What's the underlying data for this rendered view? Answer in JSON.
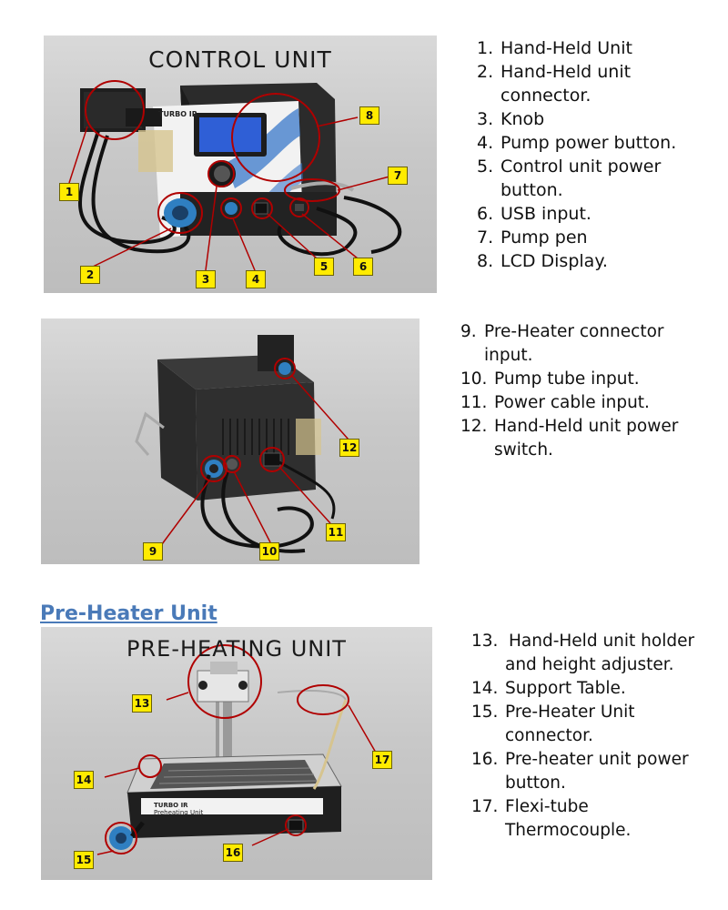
{
  "control_unit": {
    "title": "CONTROL UNIT",
    "device_brand": "TURBO IR",
    "callouts": [
      "1",
      "2",
      "3",
      "4",
      "5",
      "6",
      "7",
      "8"
    ],
    "legend": [
      {
        "num": "1.",
        "text": "Hand-Held Unit"
      },
      {
        "num": "2.",
        "text": "Hand-Held unit connector."
      },
      {
        "num": "3.",
        "text": "Knob"
      },
      {
        "num": "4.",
        "text": "Pump power button."
      },
      {
        "num": "5.",
        "text": "Control unit power button."
      },
      {
        "num": "6.",
        "text": "USB input."
      },
      {
        "num": "7.",
        "text": "Pump pen"
      },
      {
        "num": "8.",
        "text": "LCD Display."
      }
    ]
  },
  "back_view": {
    "callouts": [
      "9",
      "10",
      "11",
      "12"
    ],
    "legend": [
      {
        "num": "9.",
        "text": "Pre-Heater connector input."
      },
      {
        "num": "10.",
        "text": "Pump tube input."
      },
      {
        "num": "11.",
        "text": "Power cable input."
      },
      {
        "num": "12.",
        "text": "Hand-Held unit power switch."
      }
    ]
  },
  "pre_heater": {
    "section_heading": "Pre-Heater Unit",
    "title": "PRE-HEATING UNIT",
    "device_label": "TURBO IR",
    "device_sublabel": "Preheating Unit",
    "callouts": [
      "13",
      "14",
      "15",
      "16",
      "17"
    ],
    "legend": [
      {
        "num": "13.",
        "text": "Hand-Held unit holder and height adjuster."
      },
      {
        "num": "14.",
        "text": "Support Table."
      },
      {
        "num": "15.",
        "text": "Pre-Heater Unit connector."
      },
      {
        "num": "16.",
        "text": "Pre-heater unit power button."
      },
      {
        "num": "17.",
        "text": "Flexi-tube Thermocouple."
      }
    ]
  },
  "colors": {
    "callout_fill": "#ffeb00",
    "heading_blue": "#4a7ab8",
    "lcd_blue": "#2f5fd6",
    "device_body": "#2b2b2b",
    "connector_blue": "#2f7fc1"
  }
}
